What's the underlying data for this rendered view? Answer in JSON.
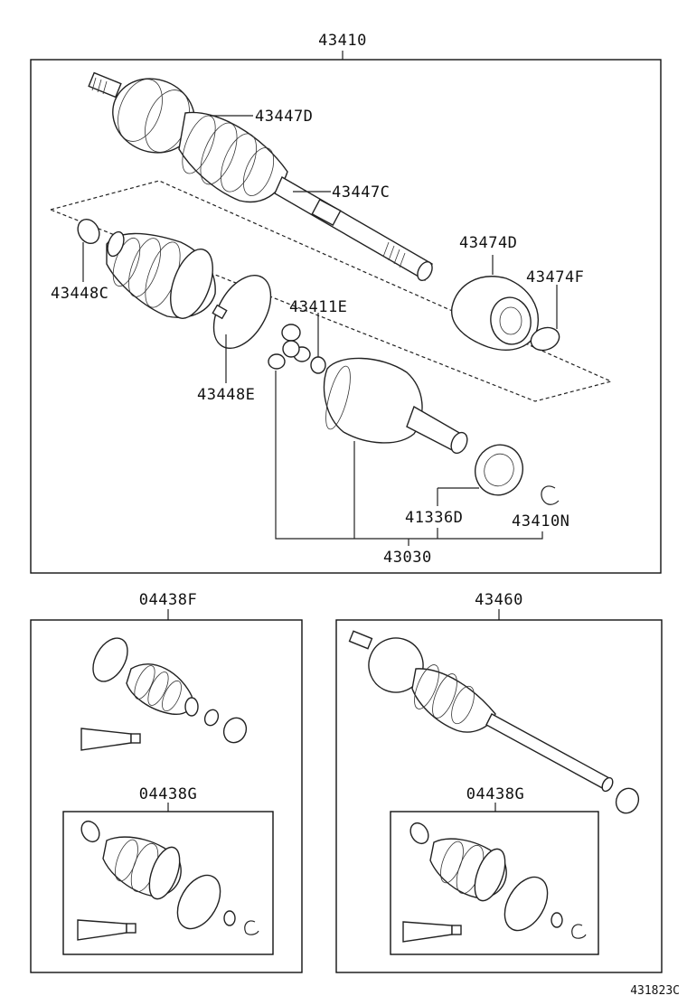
{
  "diagram_title": "43410",
  "main_section": {
    "assembly_label": "43410",
    "parts": {
      "outer_boot": "43447D",
      "shaft_stub": "43447C",
      "inner_boot_kit_clamp_small": "43448C",
      "inner_boot_kit_clamp_large": "43448E",
      "spider_snap_ring": "43411E",
      "damper": "43474D",
      "damper_clamp": "43474F",
      "dust_cover": "41336D",
      "hole_snap_ring": "43410N",
      "inner_joint": "43030"
    }
  },
  "left_section": {
    "kit_label": "04438F",
    "sub_kit_label": "04438G"
  },
  "right_section": {
    "assembly_label": "43460",
    "sub_kit_label": "04438G"
  },
  "figure_code": "431823C"
}
